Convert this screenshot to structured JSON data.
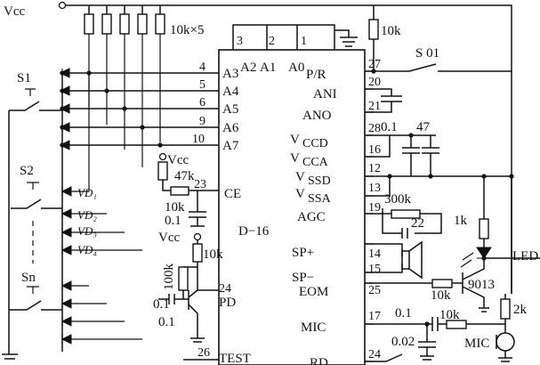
{
  "supply": {
    "vcc": "Vcc"
  },
  "resistors": {
    "pullup_array": "10k×5",
    "pr_pullup": "10k",
    "ce_resistor": "47k",
    "ce_series": "10k",
    "pd_top": "10k",
    "pd_base": "100k",
    "agc": "300k",
    "led_series": "1k",
    "eom_base": "10k",
    "mic_series": "10k",
    "mic_bias": "2k"
  },
  "capacitors": {
    "ce_cap": "0.1",
    "pd_cap": "0.1",
    "ccd_cap": "0.1",
    "cca_cap": "47",
    "agc_cap": "22",
    "mic_coupling": "0.1",
    "mic_bypass": "0.02"
  },
  "switches": {
    "s1": "S1",
    "s2": "S2",
    "sn": "Sn",
    "s01": "S 01"
  },
  "diodes": {
    "vd1": "VD₁",
    "vd2": "VD₂",
    "vd3": "VD₃",
    "vd4": "VD₄"
  },
  "chip": {
    "name": "D−16",
    "left_pins": [
      {
        "num": "4",
        "name": "A3"
      },
      {
        "num": "5",
        "name": "A4"
      },
      {
        "num": "6",
        "name": "A5"
      },
      {
        "num": "9",
        "name": "A6"
      },
      {
        "num": "10",
        "name": "A7"
      },
      {
        "num": "23",
        "name": "CE"
      },
      {
        "num": "24",
        "name": "PD"
      },
      {
        "num": "26",
        "name": "TEST"
      }
    ],
    "top_pins": [
      {
        "num": "3",
        "name": "A2"
      },
      {
        "num": "2",
        "name": "A1"
      },
      {
        "num": "1",
        "name": "A0"
      }
    ],
    "right_pins": [
      {
        "num": "27",
        "name": "P/R"
      },
      {
        "num": "20",
        "name": "ANI"
      },
      {
        "num": "21",
        "name": "ANO"
      },
      {
        "num": "28",
        "name": "V"
      },
      {
        "num": "16",
        "name": "V"
      },
      {
        "num": "12",
        "name": "V"
      },
      {
        "num": "13",
        "name": "V"
      },
      {
        "num": "19",
        "name": "AGC"
      },
      {
        "num": "14",
        "name": "SP+"
      },
      {
        "num": "15",
        "name": "SP−"
      },
      {
        "num": "25",
        "name": "EOM"
      },
      {
        "num": "17",
        "name": "MIC"
      },
      {
        "num": "24",
        "name": "RD"
      }
    ],
    "supply_subscripts": {
      "ccd": "CCD",
      "cca": "CCA",
      "ssd": "SSD",
      "ssa": "SSA"
    }
  },
  "transistor": "9013",
  "led": "LED",
  "mic": "MIC"
}
